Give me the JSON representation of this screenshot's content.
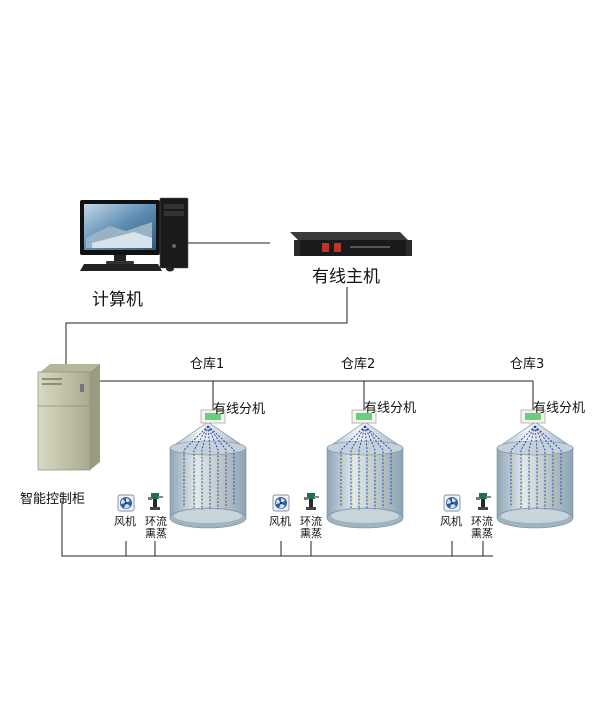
{
  "nodes": {
    "computer": "计算机",
    "host": "有线主机",
    "cabinet": "智能控制柜"
  },
  "silos": [
    {
      "warehouse": "仓库1",
      "sub_host": "有线分机",
      "fan": "风机",
      "fumigation_line1": "环流",
      "fumigation_line2": "熏蒸"
    },
    {
      "warehouse": "仓库2",
      "sub_host": "有线分机",
      "fan": "风机",
      "fumigation_line1": "环流",
      "fumigation_line2": "熏蒸"
    },
    {
      "warehouse": "仓库3",
      "sub_host": "有线分机",
      "fan": "风机",
      "fumigation_line1": "环流",
      "fumigation_line2": "熏蒸"
    }
  ],
  "colors": {
    "line": "#222222",
    "silo_body": "#b8cad6",
    "silo_roof": "#c9d8e2",
    "cabinet": "#c8c9ad",
    "cable_blue": "#2c3f9a",
    "sensor_yellow": "#e6c21e",
    "screen_green": "#66d07a"
  },
  "icons": [
    "monitor-icon",
    "pc-tower-icon",
    "keyboard-icon",
    "rack-unit-icon",
    "cabinet-icon",
    "fan-icon",
    "fumigation-unit-icon",
    "silo-icon"
  ]
}
